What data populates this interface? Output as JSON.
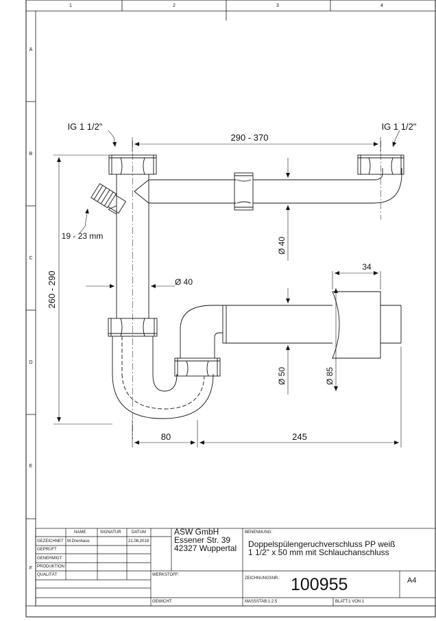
{
  "frame": {
    "columns": [
      "1",
      "2",
      "3",
      "4"
    ],
    "rows": [
      "A",
      "B",
      "C",
      "D",
      "E",
      "F"
    ]
  },
  "dimensions": {
    "thread_left": "IG 1 1/2\"",
    "thread_right": "IG 1 1/2\"",
    "outlet_length": "290 - 370",
    "hose_connector": "19 - 23 mm",
    "overall_height": "260 - 290",
    "pipe_dia_vertical": "Ø 40",
    "pipe_dia_outlet": "Ø 40",
    "rosette_depth": "34",
    "pipe_dia_wall": "Ø 50",
    "rosette_dia": "Ø 85",
    "offset_80": "80",
    "offset_245": "245"
  },
  "title_block": {
    "col_name": "NAME",
    "col_signature": "SIGNATUR",
    "col_date": "DATUM",
    "row_drawn": "GEZEICHNET",
    "row_checked": "GEPRÜFT",
    "row_approved": "GENEHMIGT",
    "row_production": "PRODUKTION",
    "row_quality": "QUALITÄT",
    "drawn_name": "M.Drenhaus",
    "drawn_date": "21.08.2018",
    "company_name": "ASW GmbH",
    "company_street": "Essener Str. 39",
    "company_city": "42327 Wuppertal",
    "label_designation": "BENENNUNG:",
    "designation_line1": "Doppelspülengeruchverschluss PP weiß",
    "designation_line2": "1 1/2\" x 50 mm mit Schlauchanschluss",
    "label_material": "WERKSTOFF:",
    "label_drawing_no": "ZEICHNUNGSNR.:",
    "drawing_no": "100955",
    "sheet_format": "A4",
    "label_weight": "GEWICHT:",
    "label_scale": "MASSSTAB:1:2.5",
    "label_sheet": "BLATT:1 VON 1"
  }
}
